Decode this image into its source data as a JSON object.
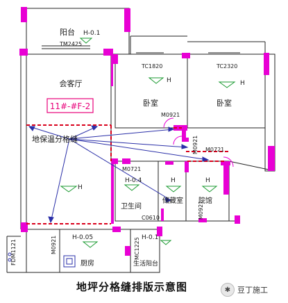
{
  "rooms": {
    "balcony": "阳台",
    "living": "会客厅",
    "bedroom_1": "卧室",
    "bedroom_2": "卧室",
    "bathroom": "卫生间",
    "storage": "储藏室",
    "garden_room": "院馆",
    "kitchen": "厨房",
    "service_balcony": "生活阳台"
  },
  "elevations": {
    "balcony": "H-0.1",
    "bedroom_1": "H",
    "bedroom_2": "H",
    "living": "H",
    "bathroom": "H-0.4",
    "storage": "H",
    "garden_room": "H",
    "kitchen": "H-0.05",
    "service_balcony": "H-0.1"
  },
  "openings": {
    "tm2425": "TM2425",
    "tc1820": "TC1820",
    "tc2320": "TC2320",
    "m0921_top": "M0921",
    "m0921_right": "M0921",
    "m0721_right": "M0721",
    "m0721_mid": "M0721",
    "m0921_store": "M0921",
    "c0610": "C0610",
    "m0921_kitchen": "M0921",
    "mc1225": "MC1225",
    "fdm1121": "FDM1121"
  },
  "grid_label": "11#-#F-2",
  "callout": "地保温分格缝",
  "caption": "地坪分格缝排版示意图",
  "badge": "豆丁施工",
  "colors": {
    "wall": "#e800d4",
    "line": "#2a2fa8",
    "joint": "#d9001b",
    "text": "#1a1a1a"
  }
}
